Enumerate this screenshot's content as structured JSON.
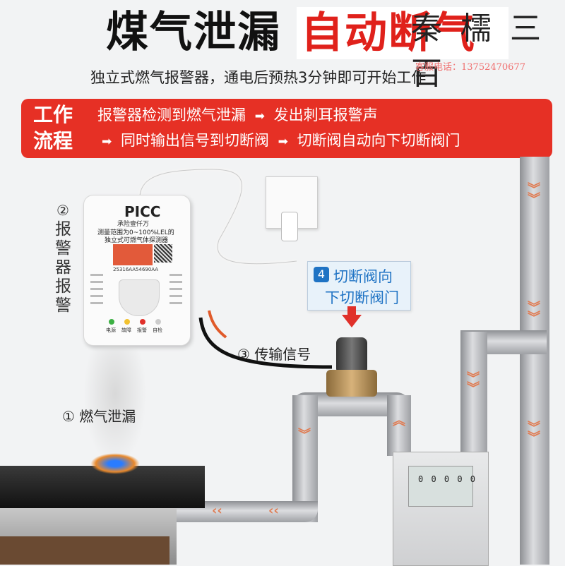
{
  "header": {
    "title_black": "煤气泄漏",
    "title_red": "自动断气",
    "seal": "秦 檽 三 百",
    "contact": "客服电话：13752470677",
    "subtitle": "独立式燃气报警器，通电后预热3分钟即可开始工作"
  },
  "workflow": {
    "tag_line1": "工作",
    "tag_line2": "流程",
    "line1": [
      "报警器检测到燃气泄漏",
      "发出刺耳报警声"
    ],
    "line2": [
      "同时输出信号到切断阀",
      "切断阀自动向下切断阀门"
    ]
  },
  "device": {
    "brand": "PICC",
    "brand_sub": "承险壹仟万",
    "text1": "测量范围为0~100%LEL的",
    "text2": "独立式可燃气体探测器",
    "code": "25316AA54690AA",
    "leds": [
      {
        "label": "电源",
        "color": "#3cb043"
      },
      {
        "label": "故障",
        "color": "#f2c230"
      },
      {
        "label": "报警",
        "color": "#e0302a"
      },
      {
        "label": "自检",
        "color": "#cccccc"
      }
    ]
  },
  "steps": {
    "step1": "① 燃气泄漏",
    "step2_num": "②",
    "step2_text": "报警器报警",
    "step3": "③ 传输信号",
    "step4_num": "4",
    "step4_line1": "切断阀向",
    "step4_line2": "下切断阀门"
  },
  "meter": {
    "digits": "0 0 0 0 0"
  },
  "colors": {
    "accent_red": "#e63025",
    "step4_blue": "#1f73c4",
    "pipe_chevron": "#e07a50"
  }
}
